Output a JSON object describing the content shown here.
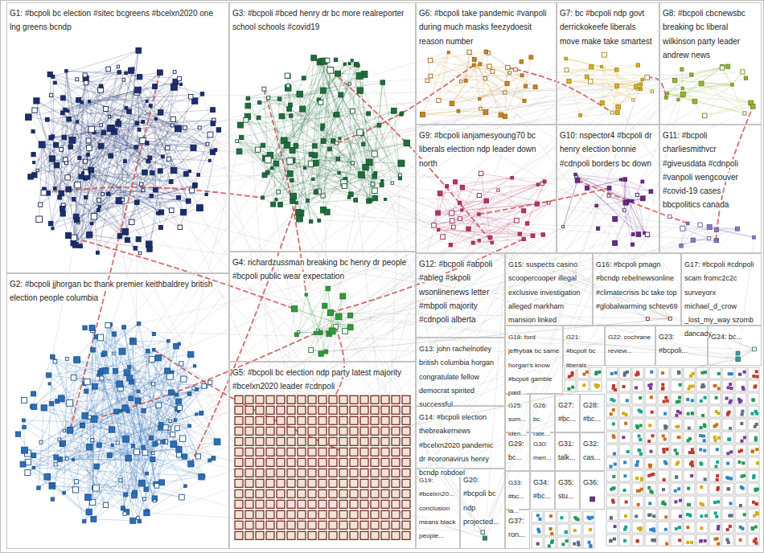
{
  "diagram": {
    "nodes": [
      {
        "text": [
          "G1: #bcpoli bc election #sitec bcgreens #bcelxn2020 one lng greens bcndp"
        ]
      },
      {
        "text": [
          "G2: #bcpoli jjhorgan bc thank premier keithbaldrey british election people columbia"
        ]
      },
      {
        "text": [
          "G3: #bcpoli #bced henry dr bc more realreporter school schools #covid19"
        ]
      },
      {
        "text": [
          "G4: richardzussman breaking bc henry dr people #bcpoli public wear expectation"
        ]
      },
      {
        "text": [
          "G5: #bcpoli bc election ndp party latest majority #bcelxn2020 leader #cdnpoli"
        ]
      },
      {
        "text": [
          "G6: #bcpoli take pandemic #vanpoli during much masks feezydoesit reason number"
        ]
      },
      {
        "text": [
          "G7: bc #bcpoli ndp govt derrickokeefe liberals move make take smartest"
        ]
      },
      {
        "text": [
          "G8: #bcpoli cbcnewsbc breaking bc liberal wilkinson party leader andrew news"
        ]
      },
      {
        "text": [
          "G9: #bcpoli ianjamesyoung70 bc liberals election ndp leader down north"
        ]
      },
      {
        "text": [
          "G10: nspector4 #bcpoli dr henry election bonnie #cdnpoli borders bc down"
        ]
      },
      {
        "text": [
          "G11: #bcpoli charliesmithvcr #giveusdata #cdnpoli #vanpoli wengcouver #covid-19 cases bbcpolitics canada"
        ]
      },
      {
        "text": [
          "G12: #bcpoli #abpoli #ableg #skpoli wsonlinenews letter #mbpoli majority #cdnpoli alberta"
        ]
      },
      {
        "text": [
          "G13: john rachelnotley british columbia horgan congratulate fellow democrat spirited successful"
        ]
      },
      {
        "text": [
          "G14: #bcpoli election thebreakernews #bcelxn2020 pandemic dr #coronavirus henry bcndp robdoel"
        ]
      },
      {
        "text": [
          "G15: suspects casino scoopercooper illegal exclusive investigation alleged markham mansion linked"
        ]
      },
      {
        "text": [
          "G16: #bcpoli pmagn #bcndp rebelnewsonline #climatecrisis bc take top #globalwarming schtev69"
        ]
      },
      {
        "text": [
          "G17: #bcpoli #cdnpoli scam fromc2c2c surveyorx michael_d_crow _lost_my_way szomb dancady..."
        ]
      },
      {
        "text": [
          "G18: ford jeffrybak bc same horgan's know #bcpoli gamble paid..."
        ]
      },
      {
        "text": [
          "G19: #bcelxn20... conclusion means black people..."
        ]
      },
      {
        "text": [
          "G20: #bcpoli bc ndp projected..."
        ]
      },
      {
        "text": [
          "G21: #bcpoli bc liberals"
        ]
      },
      {
        "text": [
          "G22: cochrane review..."
        ]
      },
      {
        "text": [
          "G23: #bcpoli..."
        ]
      },
      {
        "text": [
          "G24: bc..."
        ]
      },
      {
        "text": [
          "G25: som... iden..."
        ]
      },
      {
        "text": [
          "G26: bc rate..."
        ]
      },
      {
        "text": [
          "G27: #bc..."
        ]
      },
      {
        "text": [
          "G28: #bc..."
        ]
      },
      {
        "text": [
          "G29: bc..."
        ]
      },
      {
        "text": [
          "G30: meri..."
        ]
      },
      {
        "text": [
          "G31: talk..."
        ]
      },
      {
        "text": [
          "G32: cas..."
        ]
      },
      {
        "text": [
          "G33: #bc... la..."
        ]
      },
      {
        "text": [
          "G34: #bc..."
        ]
      },
      {
        "text": [
          "G35: stu..."
        ]
      },
      {
        "text": [
          "G36:"
        ]
      },
      {
        "text": [
          "G37: ron..."
        ]
      }
    ]
  }
}
